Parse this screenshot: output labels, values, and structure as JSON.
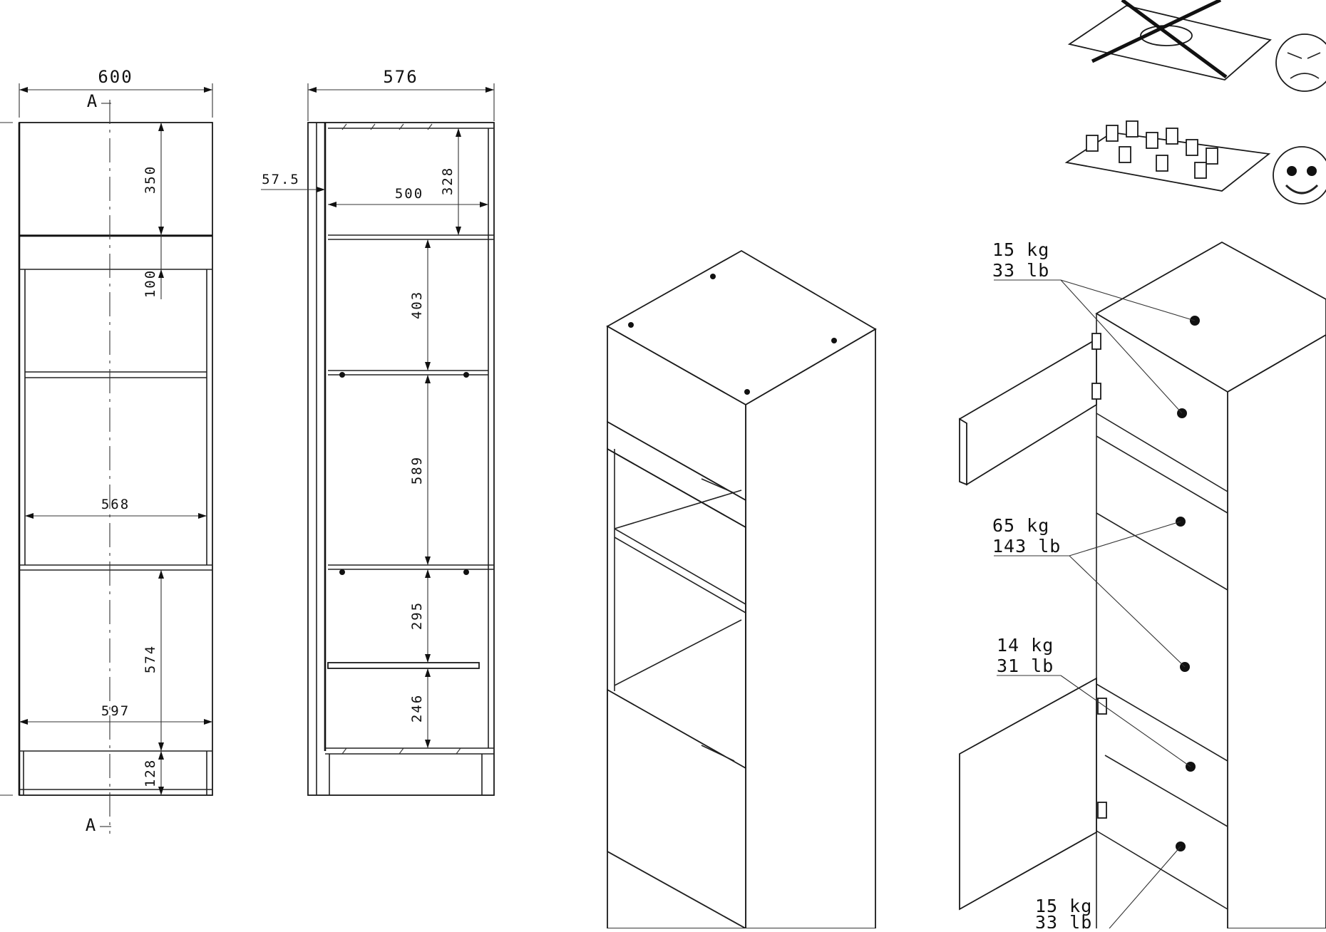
{
  "drawing": {
    "front_view": {
      "width_label": "600",
      "section_mark_top": "A",
      "section_mark_bottom": "A",
      "dims": {
        "top_door": "350",
        "gap": "100",
        "inner_width": "568",
        "bottom_door": "574",
        "outer_width": "597",
        "plinth": "128"
      }
    },
    "side_view": {
      "depth_label": "576",
      "offset": "57.5",
      "inner_depth": "500",
      "dims": {
        "top_compartment": "328",
        "upper_niche": "403",
        "oven_niche": "589",
        "lower_compartment": "295",
        "bottom_compartment": "246"
      }
    },
    "load_rules": {
      "bad_icon": "angry-face-icon",
      "good_icon": "happy-face-icon"
    },
    "loads": [
      {
        "kg": "15 kg",
        "lb": "33 lb"
      },
      {
        "kg": "65 kg",
        "lb": "143 lb"
      },
      {
        "kg": "14 kg",
        "lb": "31 lb"
      },
      {
        "kg": "15 kg",
        "lb": "33 lb"
      }
    ],
    "colors": {
      "line": "#1a1a1a",
      "paper": "#ffffff"
    }
  }
}
